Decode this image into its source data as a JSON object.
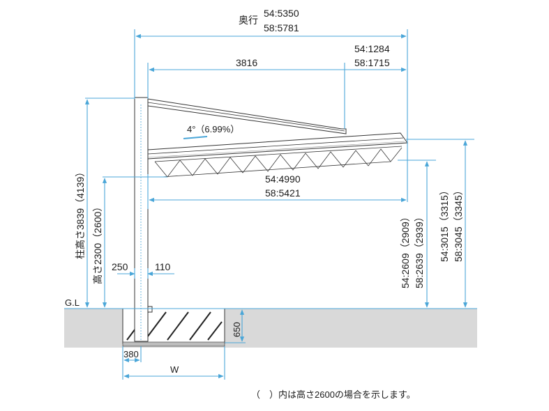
{
  "depth_label": "奥行",
  "depth": {
    "v54": "54:5350",
    "v58": "58:5781"
  },
  "rear_depth": {
    "v54": "54:1284",
    "v58": "58:1715"
  },
  "arm_length": "3816",
  "slope": "4°（6.99%）",
  "roof_length": {
    "v54": "54:4990",
    "v58": "58:5421"
  },
  "column_total_height": "柱高さ3839（4139）",
  "height": "高さ2300（2600）",
  "post_width": "250",
  "post_offset": "110",
  "gl": "G.L",
  "foundation_depth": "650",
  "foundation_width": "380",
  "w_label": "W",
  "edge_height": {
    "v54": "54:2609（2909）",
    "v58": "58:2639（2939）"
  },
  "top_height": {
    "v54": "54:3015（3315）",
    "v58": "58:3045（3345）"
  },
  "note": "（　）内は高さ2600の場合を示します。",
  "colors": {
    "dimension": "#4aa6d8",
    "ground": "#d9d9d9",
    "steel": "#333333"
  }
}
